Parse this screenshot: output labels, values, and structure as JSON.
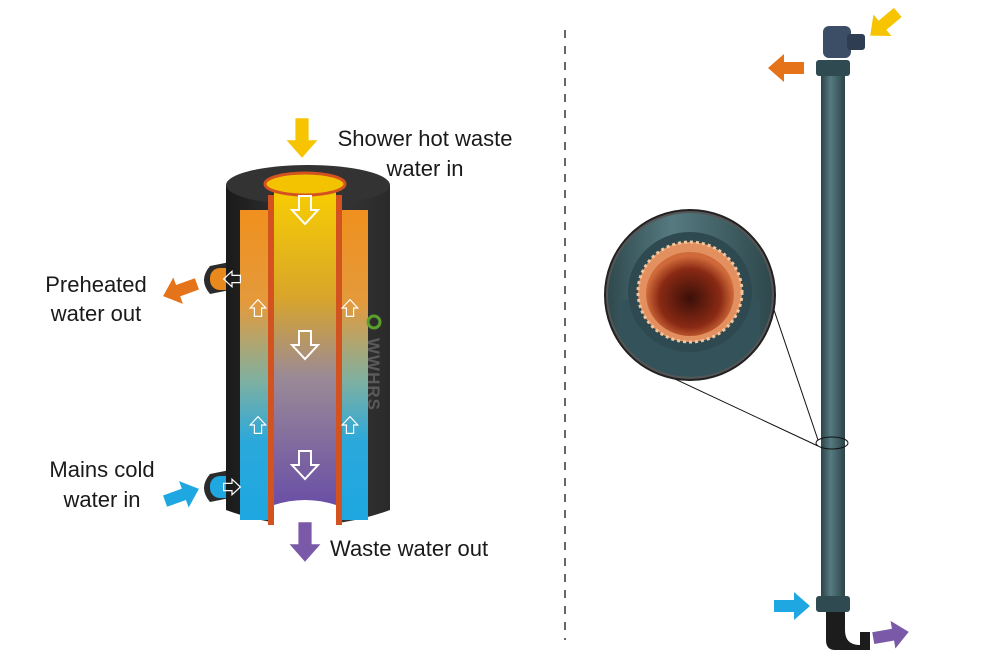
{
  "labels": {
    "hot_in_line1": "Shower hot waste",
    "hot_in_line2": "water in",
    "preheated_line1": "Preheated",
    "preheated_line2": "water out",
    "cold_in_line1": "Mains cold",
    "cold_in_line2": "water in",
    "waste_out": "Waste water out"
  },
  "logo": "WWHRS",
  "colors": {
    "hot": "#f6c400",
    "preheated": "#e5731a",
    "cold": "#1ea7e1",
    "waste": "#7a5aa8",
    "pipe": "#3d5d63",
    "casing": "#2b2b2b",
    "copper": "#d2531f"
  }
}
